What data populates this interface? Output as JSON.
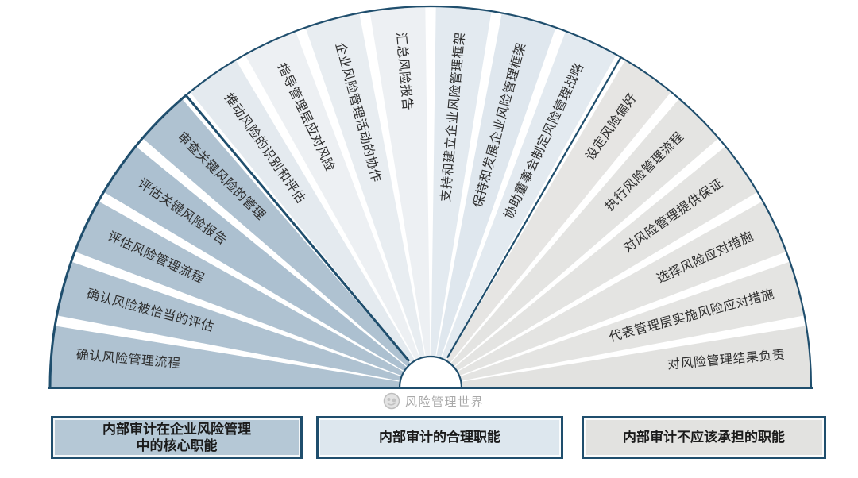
{
  "colors": {
    "outline": "#1f4e6d",
    "background": "#ffffff",
    "segment_text": "#2e2e2e",
    "watermark_text": "#a9a9a9"
  },
  "chart_data": {
    "type": "fan-diagram",
    "description_note": "IIA fan: internal audit roles in enterprise risk management",
    "sections": [
      {
        "id": "core",
        "legend_label": "内部审计在企业风险管理\n中的核心职能",
        "box_fill": "#b5c8d6",
        "segments": [
          {
            "label": "确认风险管理流程",
            "fill": "#afc2d1"
          },
          {
            "label": "确认风险被恰当的评估",
            "fill": "#afc2d1"
          },
          {
            "label": "评估风险管理流程",
            "fill": "#afc2d1"
          },
          {
            "label": "评估关键风险报告",
            "fill": "#acc0d0"
          },
          {
            "label": "审查关键风险的管理",
            "fill": "#afc2d1"
          }
        ]
      },
      {
        "id": "legitimate",
        "legend_label": "内部审计的合理职能",
        "box_fill": "#dde7ee",
        "segments": [
          {
            "label": "推动风险的识别和评估",
            "fill": "#e4eaef"
          },
          {
            "label": "指导管理层应对风险",
            "fill": "#edf0f3"
          },
          {
            "label": "企业风险管理活动的协作",
            "fill": "#e8edf1"
          },
          {
            "label": "汇总风险报告",
            "fill": "#edf0f3"
          },
          {
            "label": "支持和建立企业风险管理框架",
            "fill": "#e3eaf0"
          },
          {
            "label": "保持和发展企业风险管理框架",
            "fill": "#dfe7ee"
          },
          {
            "label": "协助董事会制定风险管理战略",
            "fill": "#e3eaf0"
          }
        ]
      },
      {
        "id": "not-undertake",
        "legend_label": "内部审计不应该承担的职能",
        "box_fill": "#e2e2e0",
        "segments": [
          {
            "label": "设定风险偏好",
            "fill": "#e6e5e3"
          },
          {
            "label": "执行风险管理流程",
            "fill": "#e4e4e2"
          },
          {
            "label": "对风险管理提供保证",
            "fill": "#e4e4e2"
          },
          {
            "label": "选择风险应对措施",
            "fill": "#e4e4e2"
          },
          {
            "label": "代表管理层实施风险应对措施",
            "fill": "#e4e4e2"
          },
          {
            "label": "对风险管理结果负责",
            "fill": "#e2e2e0"
          }
        ]
      }
    ]
  },
  "watermark": {
    "label": "风险管理世界"
  }
}
